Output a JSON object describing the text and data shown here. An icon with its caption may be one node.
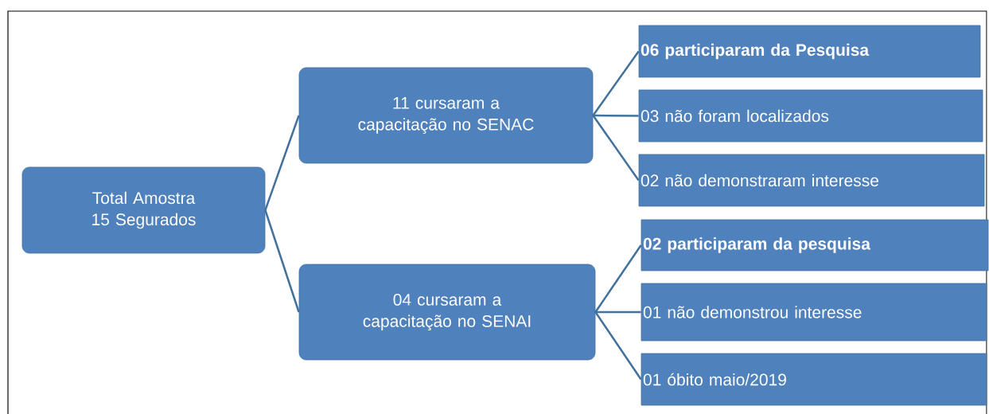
{
  "diagram": {
    "nodes": [
      {
        "text": [
          "Total Amostra",
          "15 Segurados"
        ]
      },
      {
        "text": [
          "11 cursaram a capacitação no SENAC"
        ]
      },
      {
        "text": [
          "04 cursaram a capacitação no SENAI"
        ]
      },
      {
        "text": [
          "06 participaram da Pesquisa"
        ]
      },
      {
        "text": [
          "03 não foram localizados"
        ]
      },
      {
        "text": [
          "02 não demonstraram interesse"
        ]
      },
      {
        "text": [
          "02 participaram da pesquisa"
        ]
      },
      {
        "text": [
          "01 não demonstrou interesse"
        ]
      },
      {
        "text": [
          "01 óbito maio/2019"
        ]
      }
    ],
    "edges": [
      {
        "from": 0,
        "to": 1,
        "arrow": "none"
      },
      {
        "from": 0,
        "to": 2,
        "arrow": "none"
      },
      {
        "from": 1,
        "to": 3,
        "arrow": "none"
      },
      {
        "from": 1,
        "to": 4,
        "arrow": "none"
      },
      {
        "from": 1,
        "to": 5,
        "arrow": "none"
      },
      {
        "from": 2,
        "to": 6,
        "arrow": "none"
      },
      {
        "from": 2,
        "to": 7,
        "arrow": "none"
      },
      {
        "from": 2,
        "to": 8,
        "arrow": "none"
      }
    ]
  }
}
